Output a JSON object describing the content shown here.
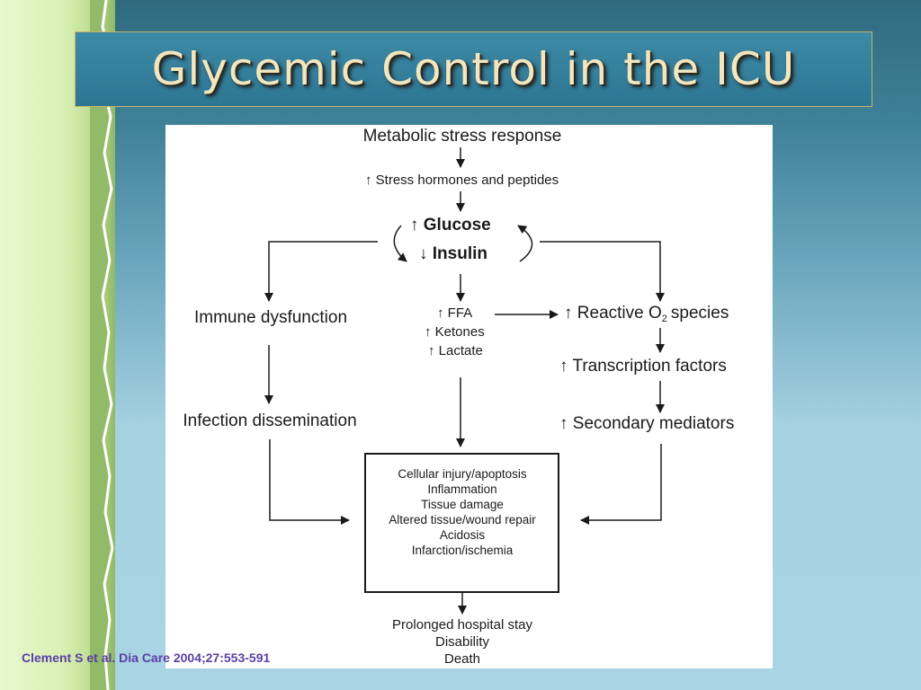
{
  "slide": {
    "title": "Glycemic Control in the ICU",
    "citation": "Clement S et al. Dia Care 2004;27:553-591"
  },
  "diagram": {
    "nodes": {
      "metabolic_stress": "Metabolic stress response",
      "stress_hormones": "Stress hormones and peptides",
      "glucose": "Glucose",
      "insulin": "Insulin",
      "immune_dysfunction": "Immune dysfunction",
      "infection_dissemination": "Infection dissemination",
      "ffa": "FFA",
      "ketones": "Ketones",
      "lactate": "Lactate",
      "reactive_o2_prefix": "Reactive O",
      "reactive_o2_subscript": "2",
      "reactive_o2_suffix": "species",
      "transcription_factors": "Transcription factors",
      "secondary_mediators": "Secondary mediators",
      "outcome_box": [
        "Cellular injury/apoptosis",
        "Inflammation",
        "Tissue damage",
        "Altered tissue/wound repair",
        "Acidosis",
        "Infarction/ischemia"
      ],
      "final_outcomes": [
        "Prolonged hospital stay",
        "Disability",
        "Death"
      ]
    },
    "symbols": {
      "increase": "↑",
      "decrease": "↓"
    }
  },
  "colors": {
    "title_text": "#f2e6bf",
    "banner": "#2f7a96",
    "citation": "#5a3fa6",
    "left_strip": "#d9f0b4"
  }
}
